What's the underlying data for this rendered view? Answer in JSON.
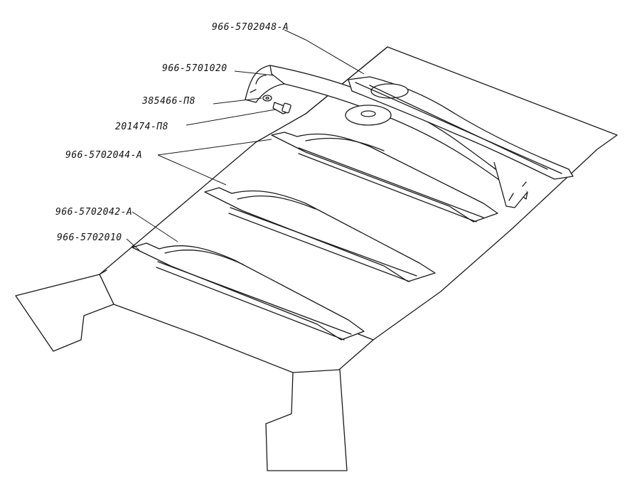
{
  "diagram": {
    "part_labels": [
      "966-5702048-А",
      "966-5701020",
      "385466-П8",
      "201474-П8",
      "966-5702044-А",
      "966-5702042-А",
      "966-5702010"
    ],
    "colors": {
      "ink": "#1a1a1a",
      "background": "#ffffff",
      "watermark": "#9a9a9a"
    }
  }
}
